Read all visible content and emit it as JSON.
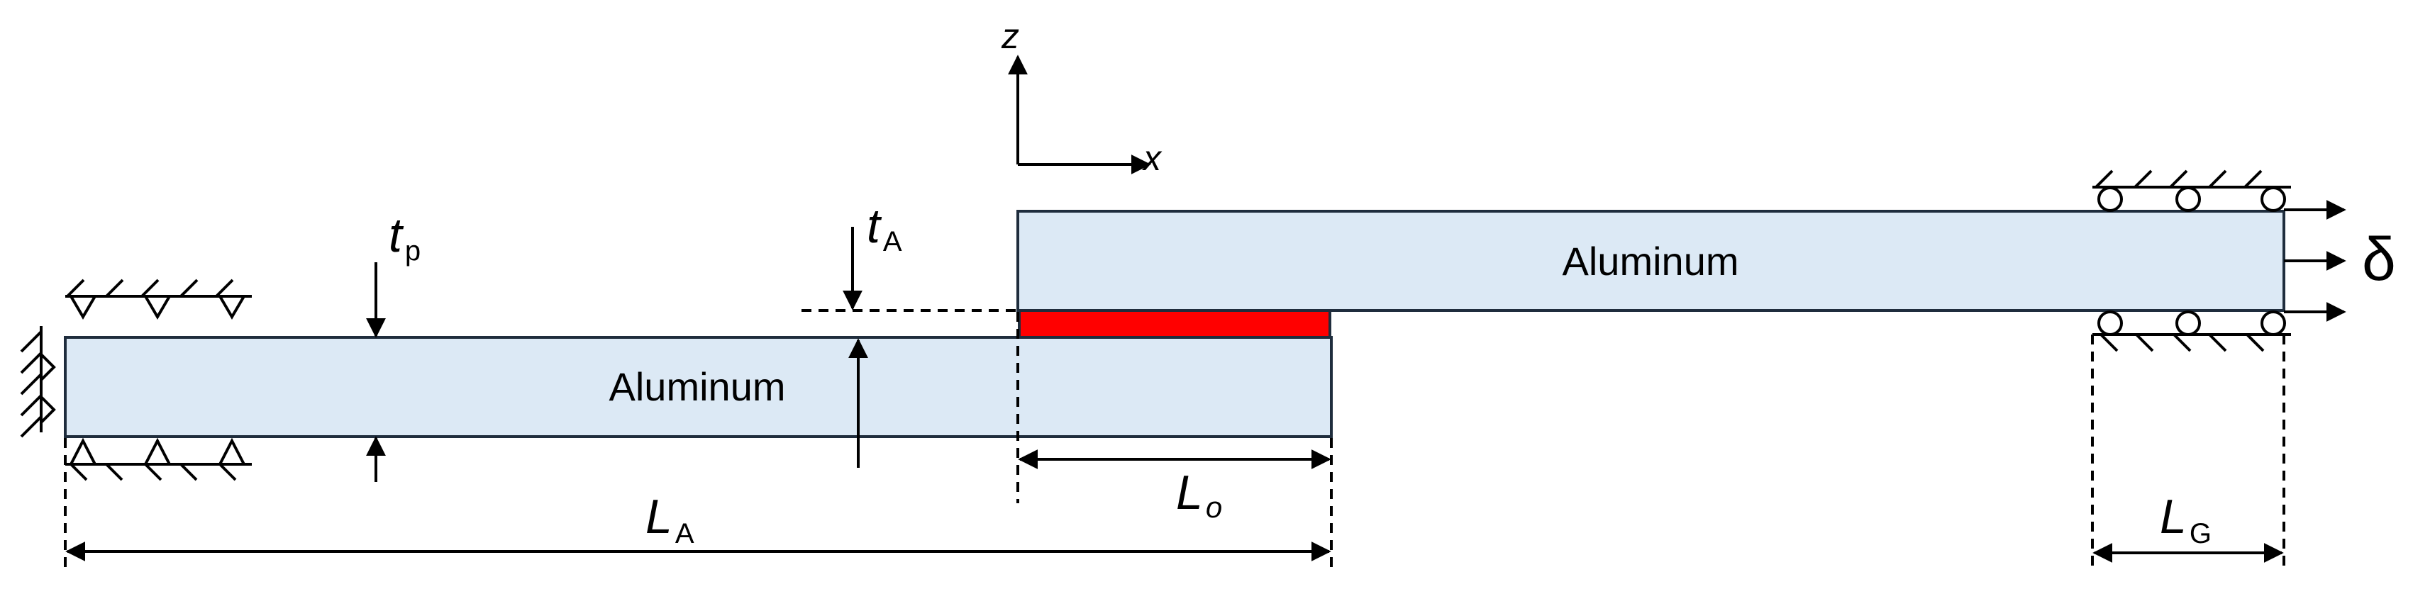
{
  "axes": {
    "z": "z",
    "x": "x"
  },
  "plates": {
    "lower": {
      "material": "Aluminum"
    },
    "upper": {
      "material": "Aluminum"
    }
  },
  "dimensions": {
    "tp": {
      "main": "t",
      "sub": "p"
    },
    "tA": {
      "main": "t",
      "sub": "A"
    },
    "Lo": {
      "main": "L",
      "sub": "o"
    },
    "LA": {
      "main": "L",
      "sub": "A"
    },
    "LG": {
      "main": "L",
      "sub": "G"
    }
  },
  "load": {
    "symbol": "δ"
  },
  "colors": {
    "plate_fill": "#dce9f5",
    "plate_stroke": "#1f2d3d",
    "adhesive": "#ff0000"
  }
}
